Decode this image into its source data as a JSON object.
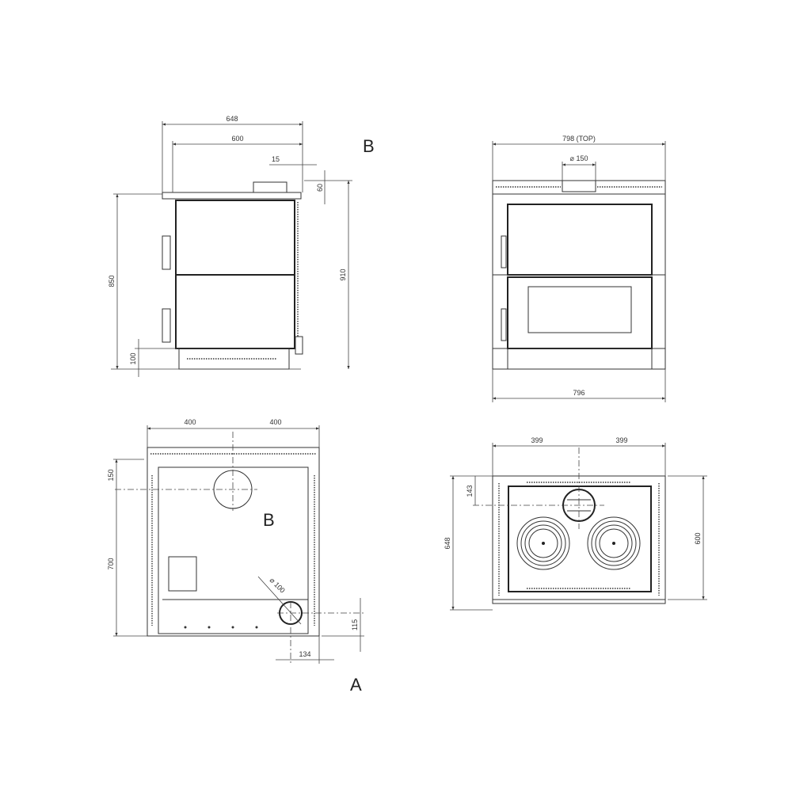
{
  "labels": {
    "view_b_side": "B",
    "view_b_plan": "B",
    "view_a": "A"
  },
  "side_view": {
    "depth_total": "648",
    "depth_body": "600",
    "rear_offset": "15",
    "flue_height": "60",
    "height_total": "910",
    "height_top": "850",
    "plinth": "100"
  },
  "front_view": {
    "width_top": "798  (TOP)",
    "flue_diameter": "⌀ 150",
    "width_base": "796"
  },
  "plan_view": {
    "left_half": "400",
    "right_half": "400",
    "flue_offset": "150",
    "depth": "700",
    "inlet_diameter": "⌀ 100",
    "inlet_y": "115",
    "inlet_x": "134"
  },
  "top_view": {
    "left_half": "399",
    "right_half": "399",
    "flue_offset": "143",
    "depth_total": "648",
    "depth_body": "600"
  }
}
